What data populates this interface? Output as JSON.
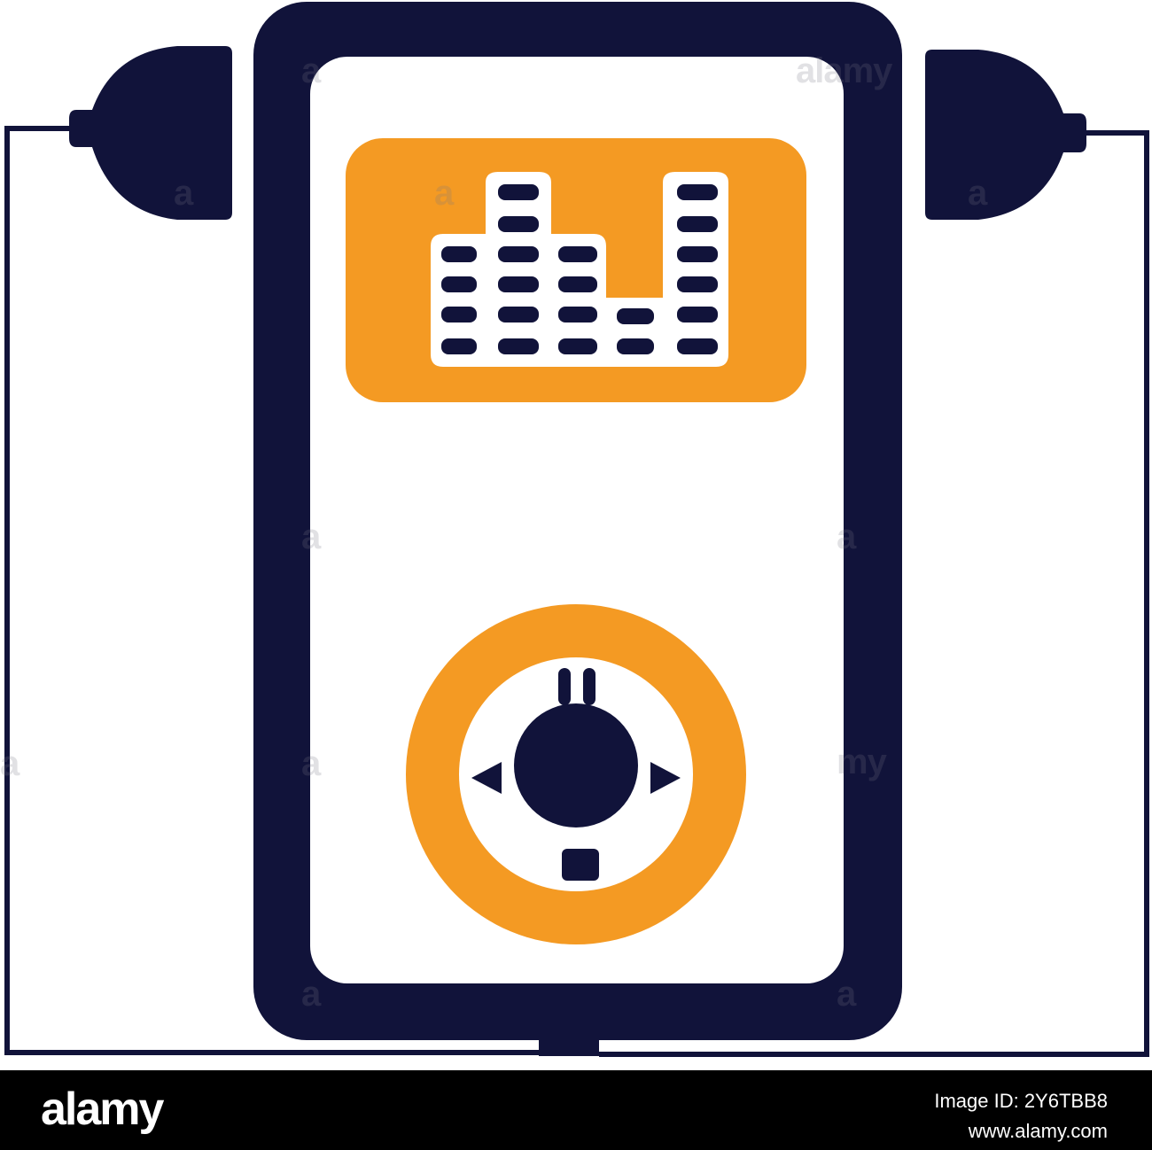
{
  "colors": {
    "navy": "#11133a",
    "orange": "#f49a23",
    "white": "#ffffff",
    "footer": "#000000"
  },
  "icons": [
    "music-player-icon",
    "equalizer-icon",
    "plug-icon",
    "control-wheel-icon",
    "pause-icon",
    "stop-icon",
    "previous-arrow-icon",
    "next-arrow-icon"
  ],
  "watermark": {
    "text": "alamy",
    "tiles": [
      "a",
      "alamy",
      "my"
    ]
  },
  "footer": {
    "logo": "alamy",
    "image_id": "Image ID: 2Y6TBB8",
    "url": "www.alamy.com"
  }
}
